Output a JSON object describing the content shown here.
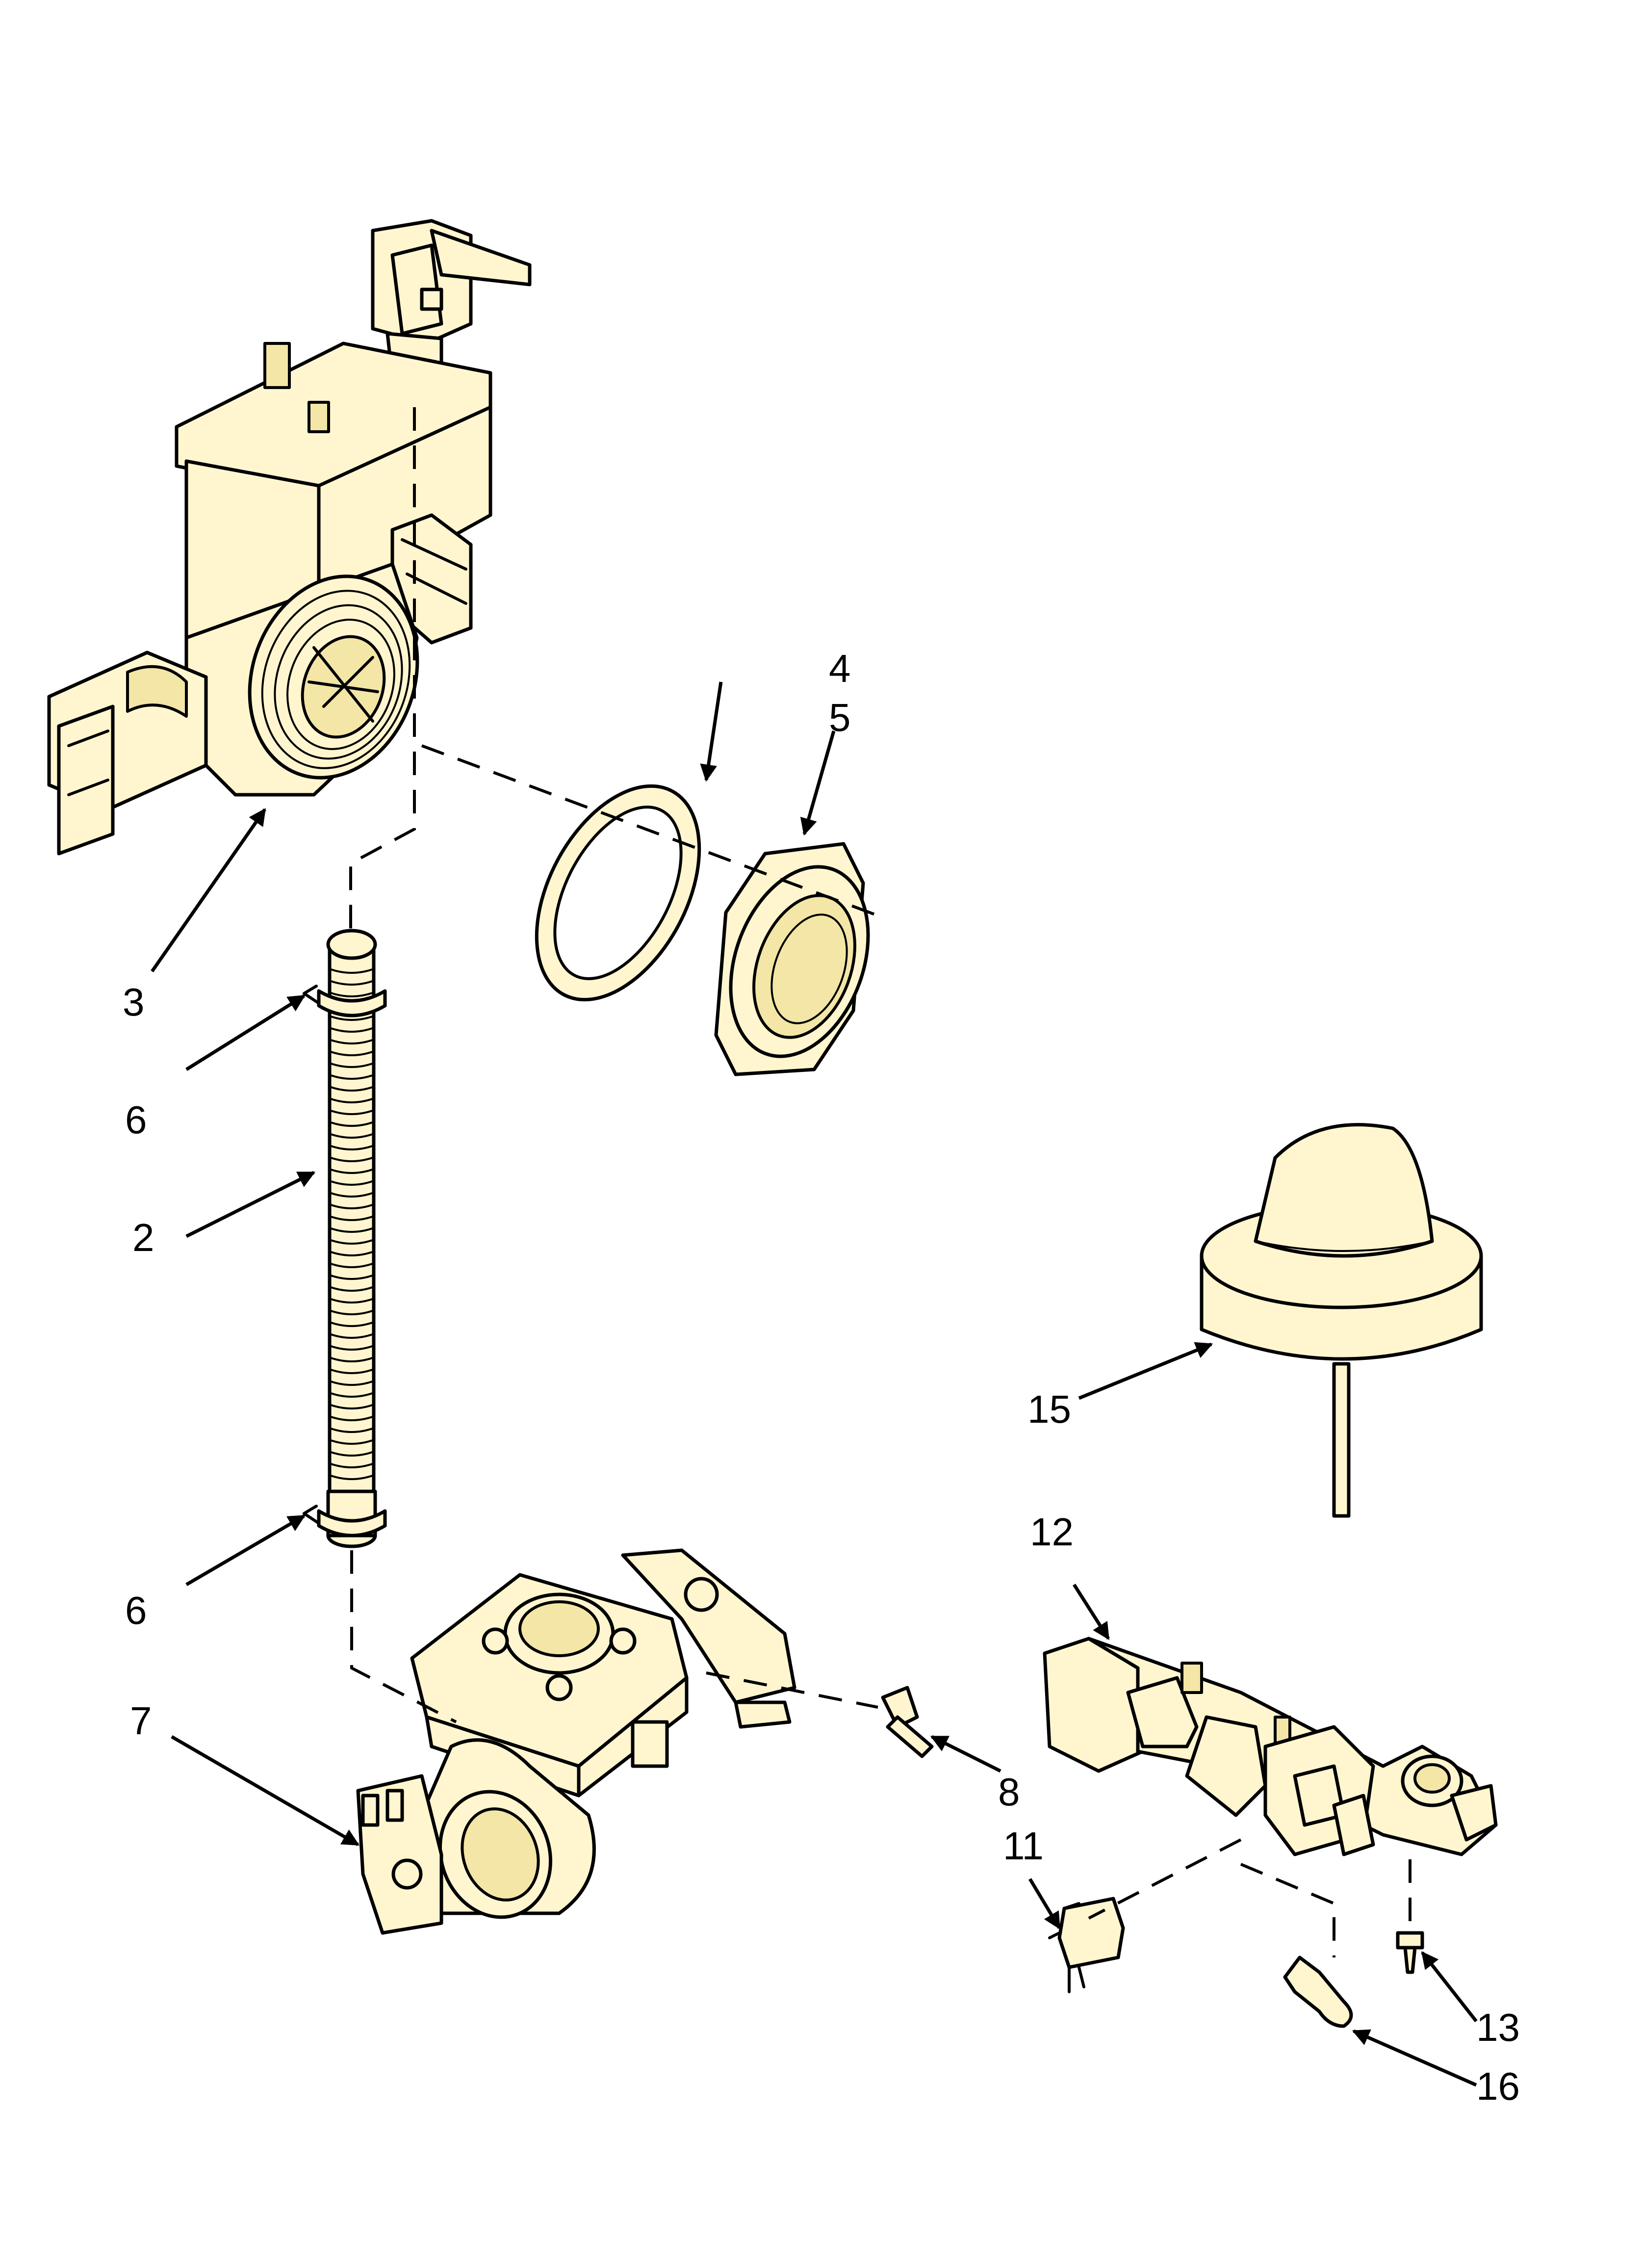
{
  "callouts": [
    {
      "id": "callout-2",
      "text": "2"
    },
    {
      "id": "callout-3",
      "text": "3"
    },
    {
      "id": "callout-4",
      "text": "4"
    },
    {
      "id": "callout-5",
      "text": "5"
    },
    {
      "id": "callout-6a",
      "text": "6"
    },
    {
      "id": "callout-6b",
      "text": "6"
    },
    {
      "id": "callout-7",
      "text": "7"
    },
    {
      "id": "callout-8",
      "text": "8"
    },
    {
      "id": "callout-11",
      "text": "11"
    },
    {
      "id": "callout-12",
      "text": "12"
    },
    {
      "id": "callout-13",
      "text": "13"
    },
    {
      "id": "callout-15",
      "text": "15"
    },
    {
      "id": "callout-16",
      "text": "16"
    }
  ],
  "colors": {
    "part_fill": "#fff6cf",
    "line": "#000000",
    "background": "#ffffff"
  }
}
